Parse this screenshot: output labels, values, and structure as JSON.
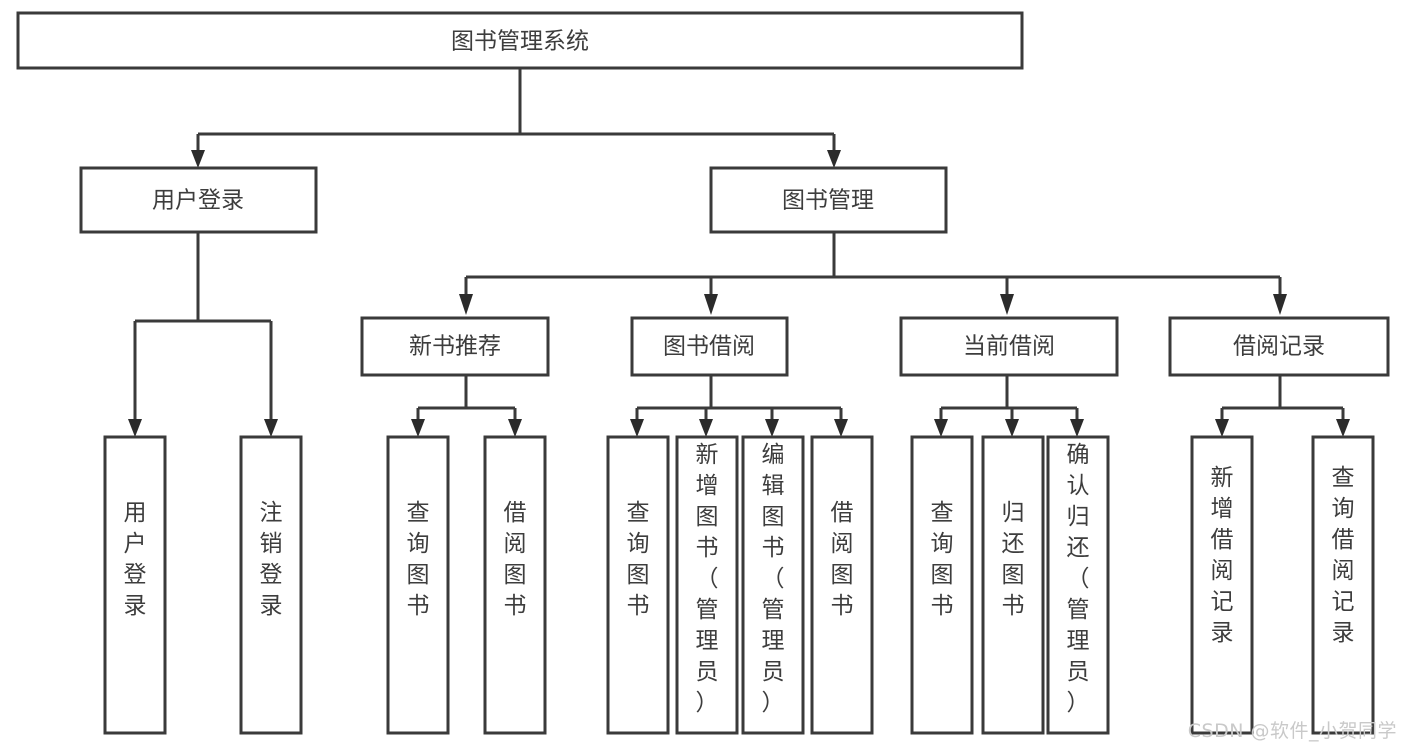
{
  "diagram": {
    "type": "tree",
    "title": "图书管理系统",
    "watermark": "CSDN @软件_小贺同学",
    "colors": {
      "box_stroke": "#3a3a3a",
      "box_fill": "#ffffff",
      "text": "#3d3d3d",
      "connector": "#3a3a3a",
      "watermark": "#c9c9c9",
      "background": "#ffffff"
    },
    "nodes": {
      "root": {
        "label": "图书管理系统",
        "orientation": "horizontal"
      },
      "level2": [
        {
          "id": "user-login",
          "label": "用户登录",
          "orientation": "horizontal"
        },
        {
          "id": "book-manage",
          "label": "图书管理",
          "orientation": "horizontal"
        }
      ],
      "level3": [
        {
          "id": "new-book-recommend",
          "label": "新书推荐",
          "orientation": "horizontal"
        },
        {
          "id": "book-borrow",
          "label": "图书借阅",
          "orientation": "horizontal"
        },
        {
          "id": "current-borrow",
          "label": "当前借阅",
          "orientation": "horizontal"
        },
        {
          "id": "borrow-record",
          "label": "借阅记录",
          "orientation": "horizontal"
        }
      ],
      "leaves": [
        {
          "id": "leaf-user-login",
          "label": "用户登录",
          "parent": "user-login",
          "orientation": "vertical"
        },
        {
          "id": "leaf-user-logout",
          "label": "注销登录",
          "parent": "user-login",
          "orientation": "vertical"
        },
        {
          "id": "leaf-query-book-1",
          "label": "查询图书",
          "parent": "new-book-recommend",
          "orientation": "vertical"
        },
        {
          "id": "leaf-borrow-book-1",
          "label": "借阅图书",
          "parent": "new-book-recommend",
          "orientation": "vertical"
        },
        {
          "id": "leaf-query-book-2",
          "label": "查询图书",
          "parent": "book-borrow",
          "orientation": "vertical"
        },
        {
          "id": "leaf-add-book",
          "label": "新增图书（管理员）",
          "parent": "book-borrow",
          "orientation": "vertical"
        },
        {
          "id": "leaf-edit-book",
          "label": "编辑图书（管理员）",
          "parent": "book-borrow",
          "orientation": "vertical"
        },
        {
          "id": "leaf-borrow-book-2",
          "label": "借阅图书",
          "parent": "book-borrow",
          "orientation": "vertical"
        },
        {
          "id": "leaf-query-book-3",
          "label": "查询图书",
          "parent": "current-borrow",
          "orientation": "vertical"
        },
        {
          "id": "leaf-return-book",
          "label": "归还图书",
          "parent": "current-borrow",
          "orientation": "vertical"
        },
        {
          "id": "leaf-confirm-return",
          "label": "确认归还（管理员）",
          "parent": "current-borrow",
          "orientation": "vertical"
        },
        {
          "id": "leaf-add-record",
          "label": "新增借阅记录",
          "parent": "borrow-record",
          "orientation": "vertical"
        },
        {
          "id": "leaf-query-record",
          "label": "查询借阅记录",
          "parent": "borrow-record",
          "orientation": "vertical"
        }
      ]
    }
  }
}
